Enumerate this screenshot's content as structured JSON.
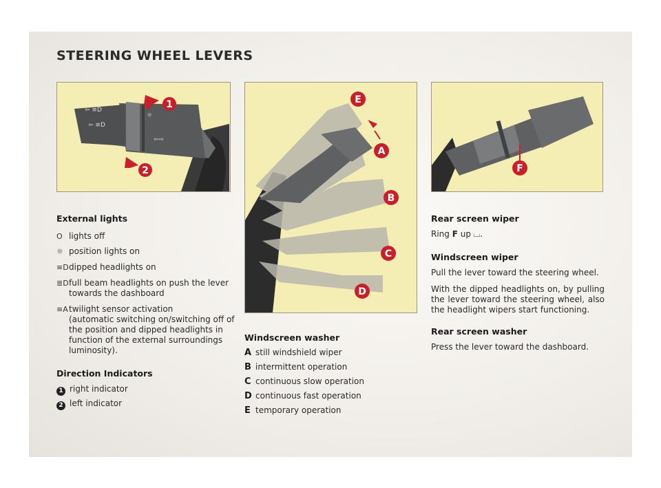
{
  "title": "STEERING WHEEL LEVERS",
  "figure_callouts": {
    "one": "1",
    "two": "2",
    "a": "A",
    "b": "B",
    "c": "C",
    "d": "D",
    "e": "E",
    "f": "F"
  },
  "external_lights": {
    "heading": "External lights",
    "items": [
      {
        "icon": "lights-off-icon",
        "glyph": "O",
        "text": "lights off"
      },
      {
        "icon": "position-lights-icon",
        "glyph": "☼",
        "text": "position lights on"
      },
      {
        "icon": "dipped-headlights-icon",
        "glyph": "≡D",
        "text": "dipped headlights on"
      },
      {
        "icon": "full-beam-icon",
        "glyph": "≣D",
        "text": "full beam headlights on push the lever",
        "text2": "towards the dashboard"
      },
      {
        "icon": "twilight-sensor-icon",
        "glyph": "≡A",
        "text": "twilight sensor activation",
        "text2": "(automatic switching on/switching off of",
        "text3": "the position and dipped headlights in",
        "text4": "function of the external surroundings",
        "text5": "luminosity)."
      }
    ]
  },
  "direction_indicators": {
    "heading": "Direction Indicators",
    "items": [
      {
        "num": "1",
        "text": "right indicator"
      },
      {
        "num": "2",
        "text": "left indicator"
      }
    ]
  },
  "windscreen_washer": {
    "heading": "Windscreen washer",
    "items": [
      {
        "letter": "A",
        "text": "still windshield wiper"
      },
      {
        "letter": "B",
        "text": "intermittent operation"
      },
      {
        "letter": "C",
        "text": "continuous slow operation"
      },
      {
        "letter": "D",
        "text": "continuous fast operation"
      },
      {
        "letter": "E",
        "text": "temporary operation"
      }
    ]
  },
  "rear_screen_wiper": {
    "heading": "Rear screen wiper",
    "text_pre": "Ring ",
    "text_bold": "F",
    "text_post": " up ",
    "glyph": "⌴",
    "text_end": "."
  },
  "windscreen_wiper": {
    "heading": "Windscreen wiper",
    "p1": "Pull the lever toward the steering wheel.",
    "p2": "With the dipped headlights on, by pulling the lever toward the steering wheel, also the headlight wipers start functioning."
  },
  "rear_screen_washer": {
    "heading": "Rear screen washer",
    "p1": "Press the lever toward the dashboard."
  },
  "colors": {
    "panel_bg": "#f4edb4",
    "callout_red": "#c8202a",
    "lever_grey": "#5f6062"
  }
}
